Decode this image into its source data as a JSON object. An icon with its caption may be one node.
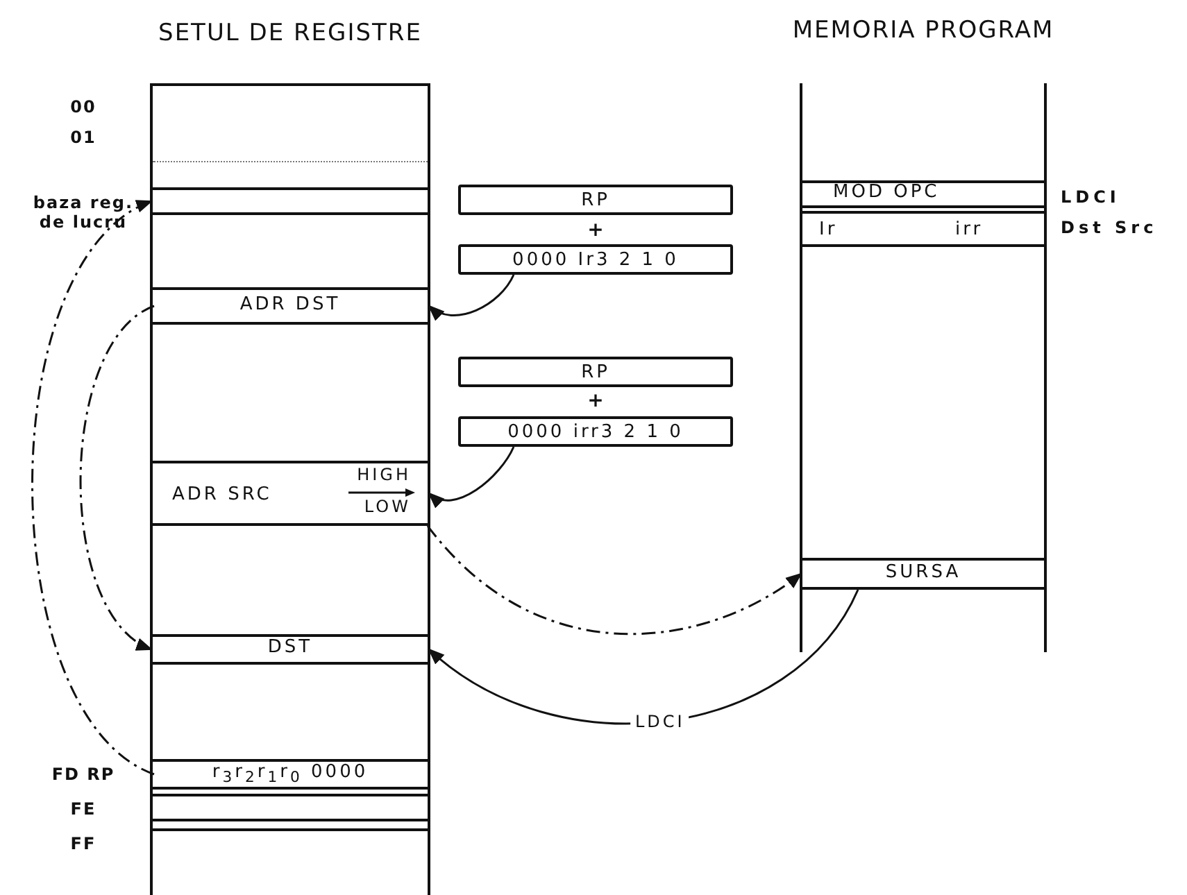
{
  "diagram": {
    "nodes": [
      {
        "text": [
          "SETUL DE REGISTRE"
        ]
      },
      {
        "text": [],
        "shape": "box",
        "in": 0,
        "beside": [
          "00",
          "01"
        ]
      },
      {
        "text": [],
        "shape": "box",
        "in": 0,
        "beside": [
          "baza reg. de lucru"
        ]
      },
      {
        "text": [
          "ADR DST"
        ],
        "in": 0
      },
      {
        "text": [
          "ADR SRC",
          "HIGH",
          "LOW"
        ],
        "in": 0
      },
      {
        "text": [
          "DST"
        ],
        "in": 0
      },
      {
        "text": [
          "r$_{3}$r$_{2}$r$_{1}$r$_{0}$ 0000"
        ],
        "in": 0,
        "beside": [
          "FD RP"
        ]
      },
      {
        "text": [],
        "shape": "box",
        "in": 0,
        "beside": [
          "FE"
        ]
      },
      {
        "text": [],
        "shape": "box",
        "in": 0,
        "beside": [
          "FF"
        ]
      },
      {
        "text": [
          "MEMORIA PROGRAM"
        ]
      },
      {
        "text": [
          "MOD OPC"
        ],
        "in": 9,
        "beside": [
          "LDCI"
        ]
      },
      {
        "text": [
          "Ir",
          "irr"
        ],
        "in": 9,
        "beside": [
          "Dst Src"
        ]
      },
      {
        "text": [
          "SURSA"
        ],
        "in": 9
      },
      {
        "text": [
          "RP"
        ]
      },
      {
        "text": [
          "0000 Ir3 2 1 0"
        ]
      },
      {
        "text": [
          "RP"
        ]
      },
      {
        "text": [
          "0000 irr3 2 1 0"
        ]
      }
    ],
    "edges": [
      {
        "from": 6,
        "to": 2,
        "arrow": "to",
        "style": "dashed"
      },
      {
        "from": 3,
        "to": 5,
        "arrow": "to",
        "style": "dashed"
      },
      {
        "from": 14,
        "to": 3,
        "arrow": "to"
      },
      {
        "from": 16,
        "to": 4,
        "arrow": "to"
      },
      {
        "from": 4,
        "to": 12,
        "arrow": "to",
        "style": "dashed"
      },
      {
        "from": 12,
        "to": 5,
        "arrow": "to",
        "label": "LDCI"
      }
    ],
    "labels": [
      "+",
      "+"
    ]
  }
}
